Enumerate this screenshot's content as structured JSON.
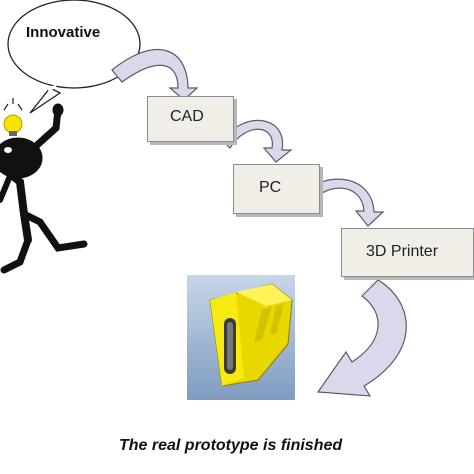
{
  "bubble": {
    "text": "Innovative"
  },
  "steps": [
    {
      "label": "CAD"
    },
    {
      "label": "PC"
    },
    {
      "label": "3D Printer"
    }
  ],
  "caption": "The real prototype is finished",
  "colors": {
    "box_fill": "#f0eee6",
    "box_border": "#8c8c8c",
    "arrow_fill": "#dcd8ec",
    "arrow_stroke": "#5a5a6a",
    "bulb": "#f7e300",
    "part": "#f0e000",
    "part_bg": "#9fb6d2",
    "figure": "#111111"
  }
}
